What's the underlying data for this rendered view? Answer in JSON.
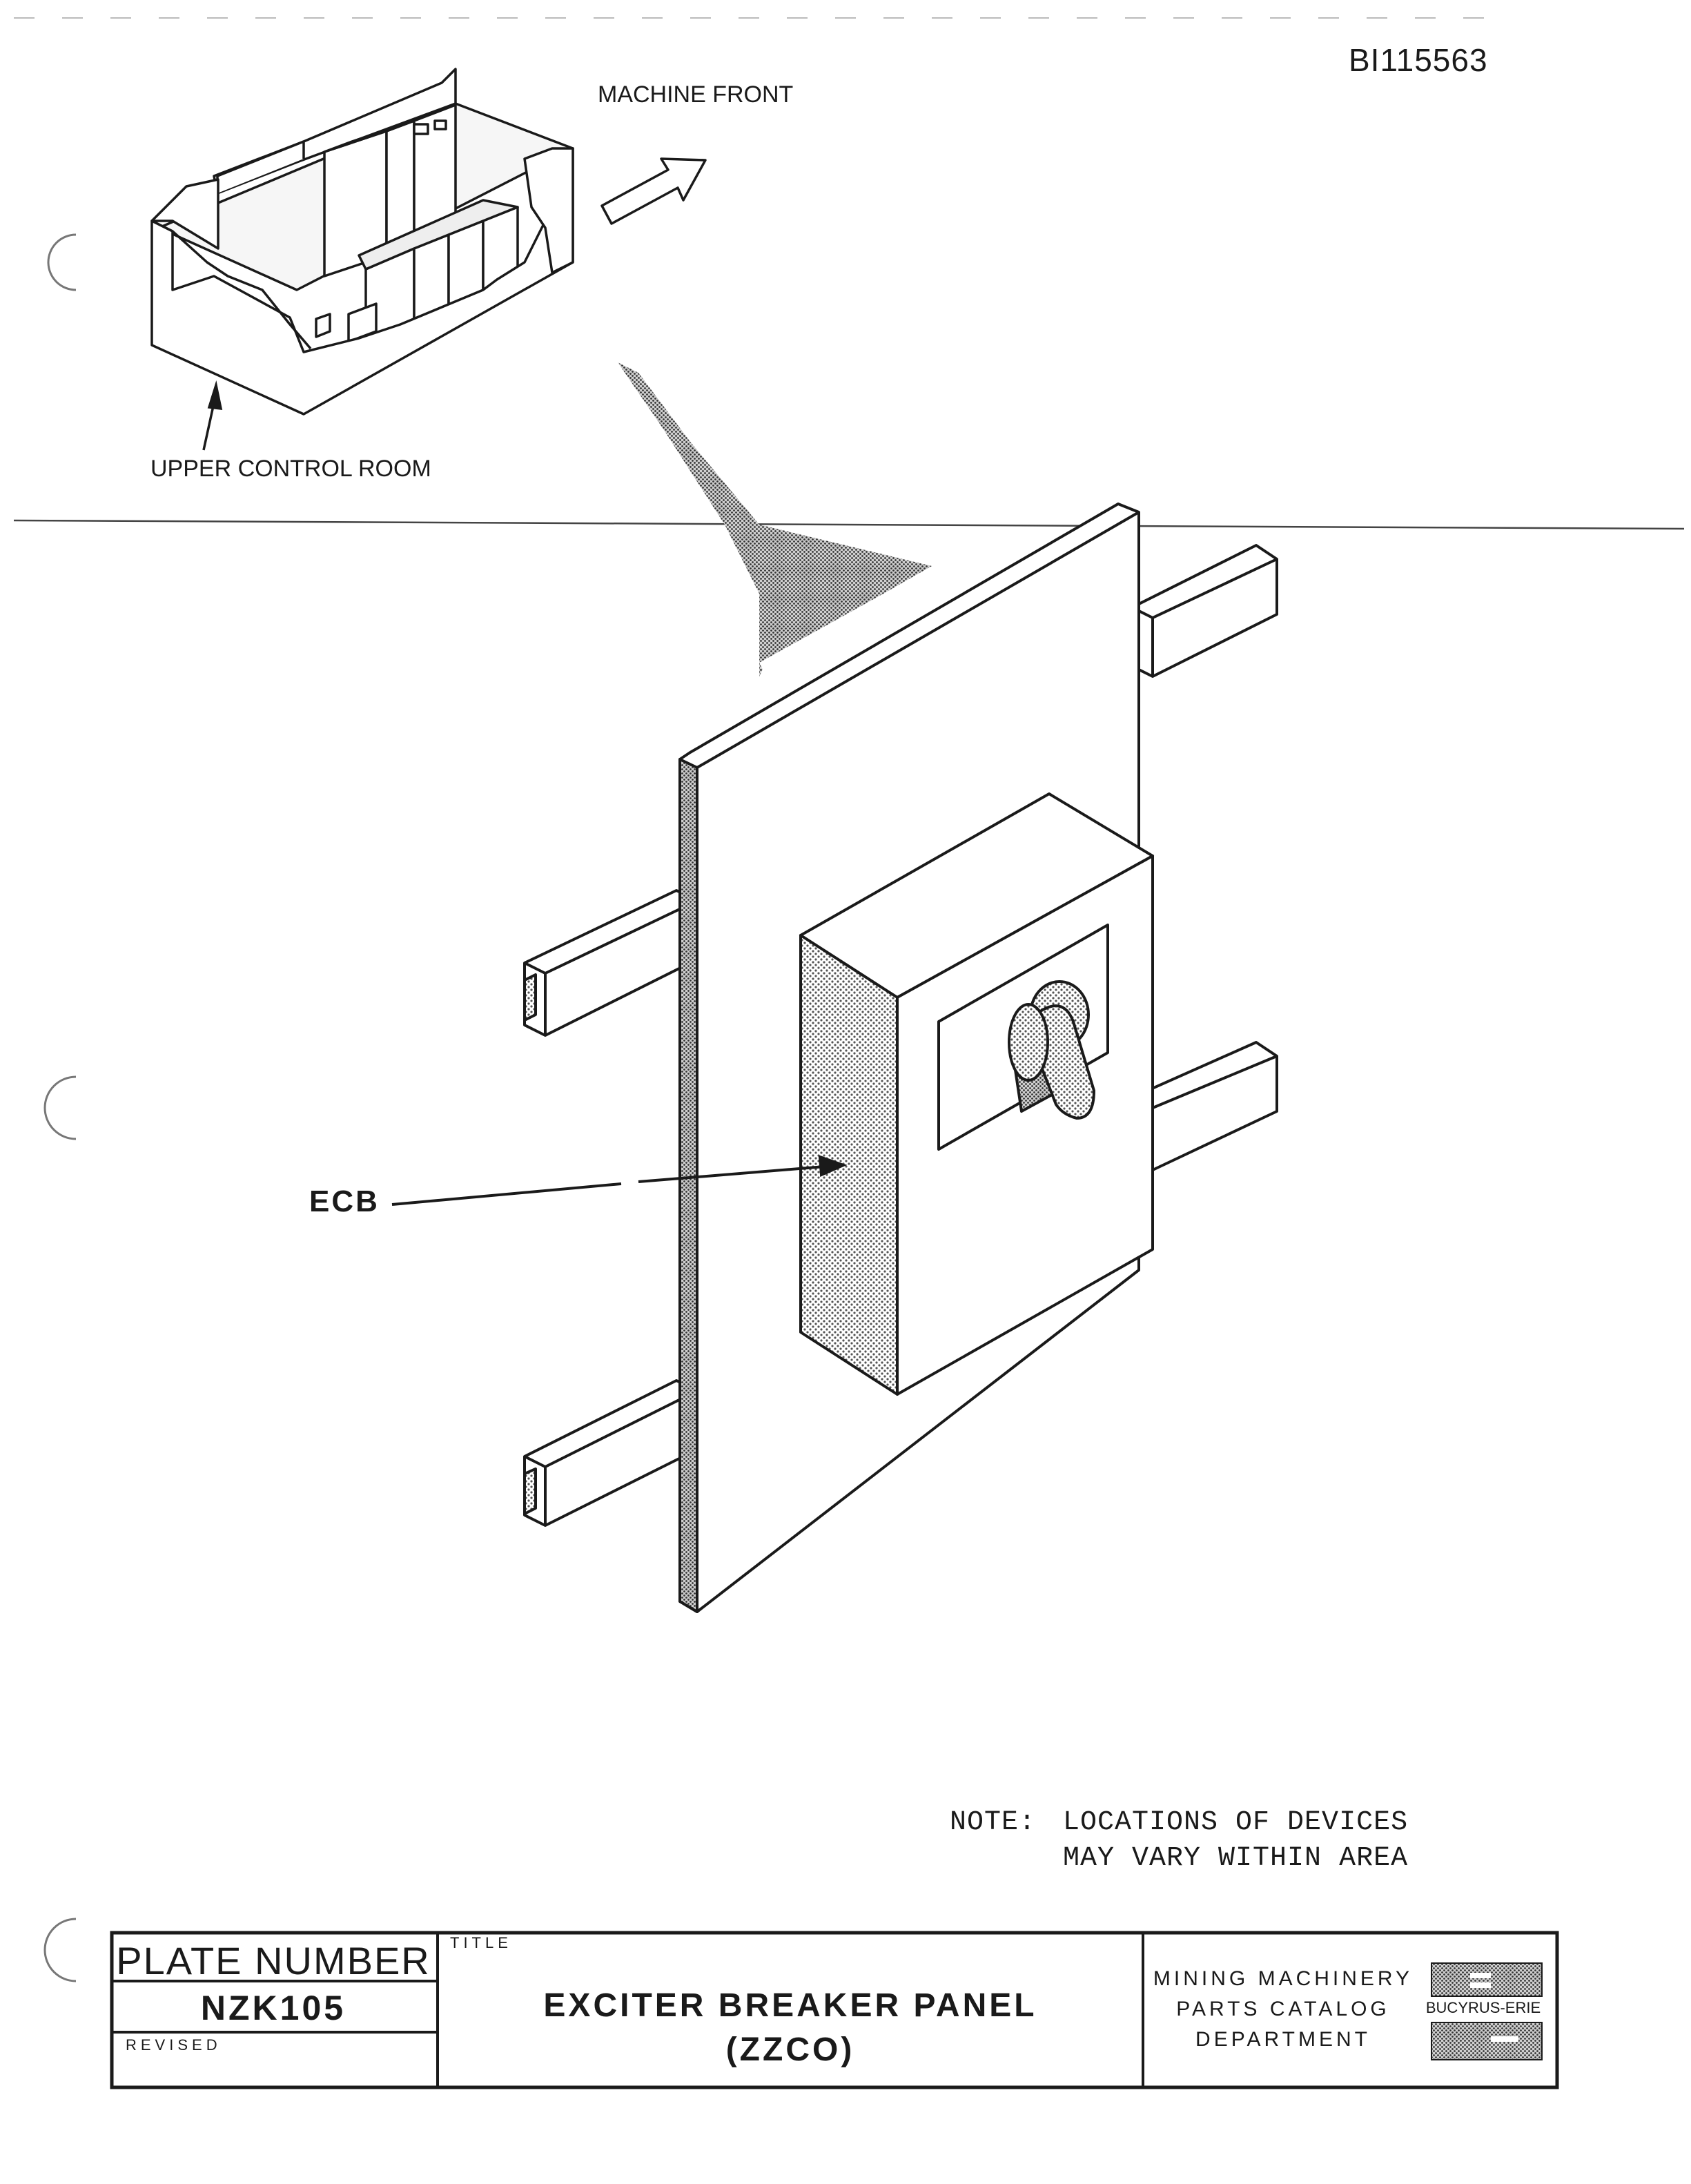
{
  "document": {
    "id": "BI115563"
  },
  "labels": {
    "machine_front": "MACHINE FRONT",
    "upper_control_room": "UPPER CONTROL ROOM",
    "ecb": "ECB"
  },
  "note": {
    "label": "NOTE:",
    "line1": "LOCATIONS OF DEVICES",
    "line2": "MAY VARY WITHIN AREA"
  },
  "title_block": {
    "plate_number_label": "PLATE NUMBER",
    "plate_number": "NZK105",
    "revised_label": "REVISED",
    "title_label": "TITLE",
    "title_line1": "EXCITER BREAKER PANEL",
    "title_line2": "(ZZCO)",
    "department_line1": "MINING MACHINERY",
    "department_line2": "PARTS CATALOG",
    "department_line3": "DEPARTMENT",
    "logo_text": "BUCYRUS-ERIE"
  },
  "colors": {
    "ink": "#1a1a1a",
    "paper": "#ffffff",
    "stipple": "#8a8a8a"
  }
}
